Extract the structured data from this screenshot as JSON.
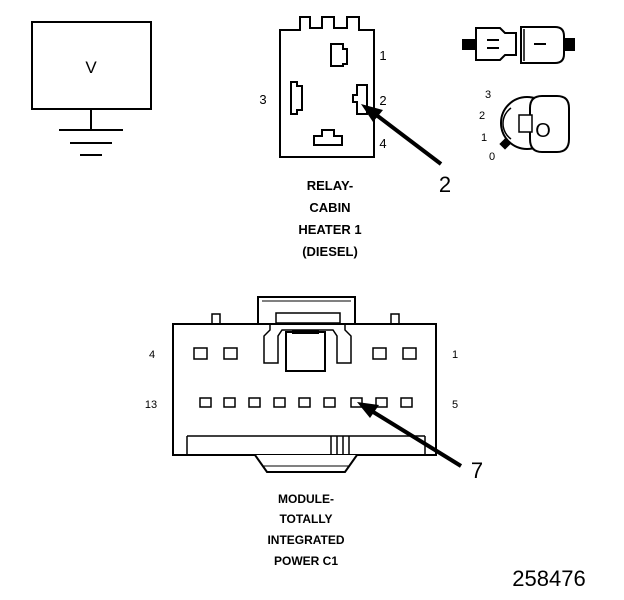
{
  "voltmeter": {
    "symbol": "V"
  },
  "relay": {
    "pins": {
      "p1": "1",
      "p2": "2",
      "p3": "3",
      "p4": "4"
    },
    "callout": "2",
    "title": [
      "RELAY-",
      "CABIN",
      "HEATER 1",
      "(DIESEL)"
    ]
  },
  "ignition": {
    "positions": {
      "p3": "3",
      "p2": "2",
      "p1": "1",
      "p0": "0"
    },
    "key_symbol": "O"
  },
  "module": {
    "labels": {
      "top_left": "4",
      "top_right": "1",
      "bottom_left": "13",
      "bottom_right": "5"
    },
    "callout": "7",
    "title": [
      "MODULE-",
      "TOTALLY",
      "INTEGRATED",
      "POWER C1"
    ]
  },
  "figure_number": "258476"
}
